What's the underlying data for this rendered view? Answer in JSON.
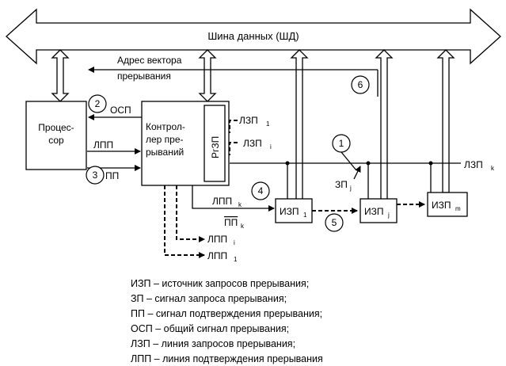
{
  "bus": {
    "label": "Шина данных (ШД)"
  },
  "vector": {
    "line1": "Адрес вектора",
    "line2": "прерывания"
  },
  "processor": {
    "line1": "Процес-",
    "line2": "сор"
  },
  "controller": {
    "line1": "Контрол-",
    "line2": "лер пре-",
    "line3": "рываний"
  },
  "register": {
    "label": "РгЗП"
  },
  "signals": {
    "osp": "ОСП",
    "lpp": "ЛПП",
    "pp": "ПП",
    "lzp1": "ЛЗП",
    "lzp1_sub": "1",
    "lzpi": "ЛЗП",
    "lzpi_sub": "i",
    "lzpk": "ЛЗП",
    "lzpk_sub": "k",
    "lppk": "ЛПП",
    "lppk_sub": "k",
    "ppk": "ПП",
    "ppk_sub": "k",
    "zpj": "ЗП",
    "zpj_sub": "j",
    "lppi": "ЛПП",
    "lppi_sub": "i",
    "lpp1": "ЛПП",
    "lpp1_sub": "1"
  },
  "sources": [
    {
      "name": "ИЗП",
      "sub": "1"
    },
    {
      "name": "ИЗП",
      "sub": "j"
    },
    {
      "name": "ИЗП",
      "sub": "m"
    }
  ],
  "steps": [
    "1",
    "2",
    "3",
    "4",
    "5",
    "6"
  ],
  "legend": [
    "ИЗП – источник запросов прерывания;",
    "ЗП – сигнал запроса прерывания;",
    "ПП – сигнал подтверждения прерывания;",
    "ОСП – общий сигнал прерывания;",
    "ЛЗП – линия запросов прерывания;",
    "ЛПП – линия подтверждения прерывания"
  ]
}
